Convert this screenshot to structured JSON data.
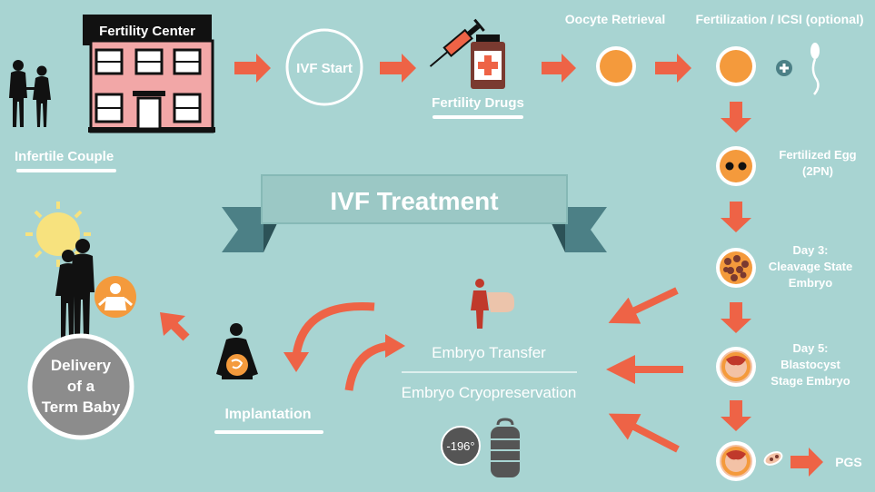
{
  "title": "IVF Treatment",
  "colors": {
    "background": "#a8d4d2",
    "arrow": "#ee6346",
    "ribbon": "#4c8086",
    "ribbon_dark": "#2c5257",
    "ribbon_face": "#9bc8c5",
    "building": "#f2a7a7",
    "egg": "#f49a3c",
    "white": "#ffffff",
    "dark": "#111111"
  },
  "nodes": {
    "infertile_couple": "Infertile Couple",
    "fertility_center": "Fertility Center",
    "ivf_start": "IVF Start",
    "fertility_drugs": "Fertility Drugs",
    "oocyte_retrieval": "Oocyte Retrieval",
    "fertilization": "Fertilization / ICSI (optional)",
    "fertilized_egg_1": "Fertilized Egg",
    "fertilized_egg_2": "(2PN)",
    "day3_1": "Day 3:",
    "day3_2": "Cleavage State",
    "day3_3": "Embryo",
    "day5_1": "Day 5:",
    "day5_2": "Blastocyst",
    "day5_3": "Stage Embryo",
    "pgs": "PGS",
    "embryo_transfer": "Embryo Transfer",
    "embryo_cryo": "Embryo Cryopreservation",
    "cryo_temp": "-196°",
    "implantation": "Implantation",
    "delivery_1": "Delivery",
    "delivery_2": "of a",
    "delivery_3": "Term Baby"
  }
}
